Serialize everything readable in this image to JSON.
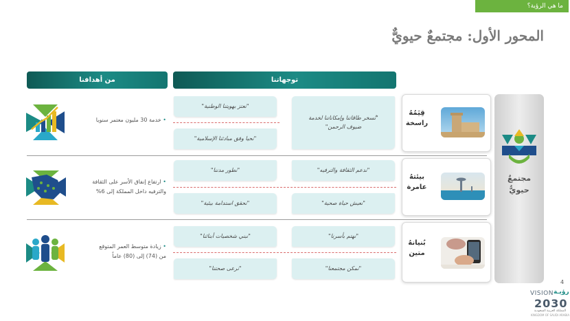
{
  "top_tag": "ما هي الرؤية؟",
  "title": "المحور الأول: مجتمعٌ حيويٌّ",
  "headers": {
    "goals": "من أهدافنا",
    "directions": "توجهاتنا"
  },
  "pillar": {
    "label_line1": "مجتمعٌ",
    "label_line2": "حيويٌّ"
  },
  "rows": [
    {
      "objective_line1": "قِيَمُهُ",
      "objective_line2": "راسخة",
      "cards": [
        {
          "text": "\"نعتز بهويتنا الوطنية\""
        },
        {
          "text": "\"نحيا وفق مبادئنا الإسلامية\""
        },
        {
          "text": "\"نُسخر طاقاتنا وإمكاناتنا لخدمة ضيوف الرحمن\""
        }
      ],
      "goal": "خدمة 30 مليون معتمر سنويا"
    },
    {
      "objective_line1": "بيئتهُ",
      "objective_line2": "عامرة",
      "cards": [
        {
          "text": "\"نطور مدننا\""
        },
        {
          "text": "\"نحقق استدامة بيئية\""
        },
        {
          "text": "\"ندعم الثقافة والترفيه\""
        },
        {
          "text": "\"نعيش حياة صحية\""
        }
      ],
      "goal_line1": "ارتفاع إنفاق الأسر على الثقافة",
      "goal_line2": "والترفيه داخل المملكة إلى 6%"
    },
    {
      "objective_line1": "بُنيانهُ",
      "objective_line2": "متين",
      "cards": [
        {
          "text": "\"نبني شخصيات أبنائنا\""
        },
        {
          "text": "\"نرعى صحتنا\""
        },
        {
          "text": "\"نهتم بأسرنا\""
        },
        {
          "text": "\"نمكن مجتمعنا\""
        }
      ],
      "goal_line1": "زيادة متوسط العمر المتوقع",
      "goal_line2": "من (74) إلى (80) عاماً"
    }
  ],
  "page_number": "4",
  "logo": {
    "en": "VISION",
    "ar": "رؤيـة",
    "year": "2030",
    "sub_ar": "المملكة العربية السعودية",
    "sub_en": "KINGDOM OF SAUDI ARABIA"
  },
  "colors": {
    "accent_green": "#6cb33f",
    "teal_dark": "#0f5a55",
    "teal": "#1c8b85",
    "card_bg": "#dcf0f1",
    "dash_red": "#d96a6a"
  }
}
